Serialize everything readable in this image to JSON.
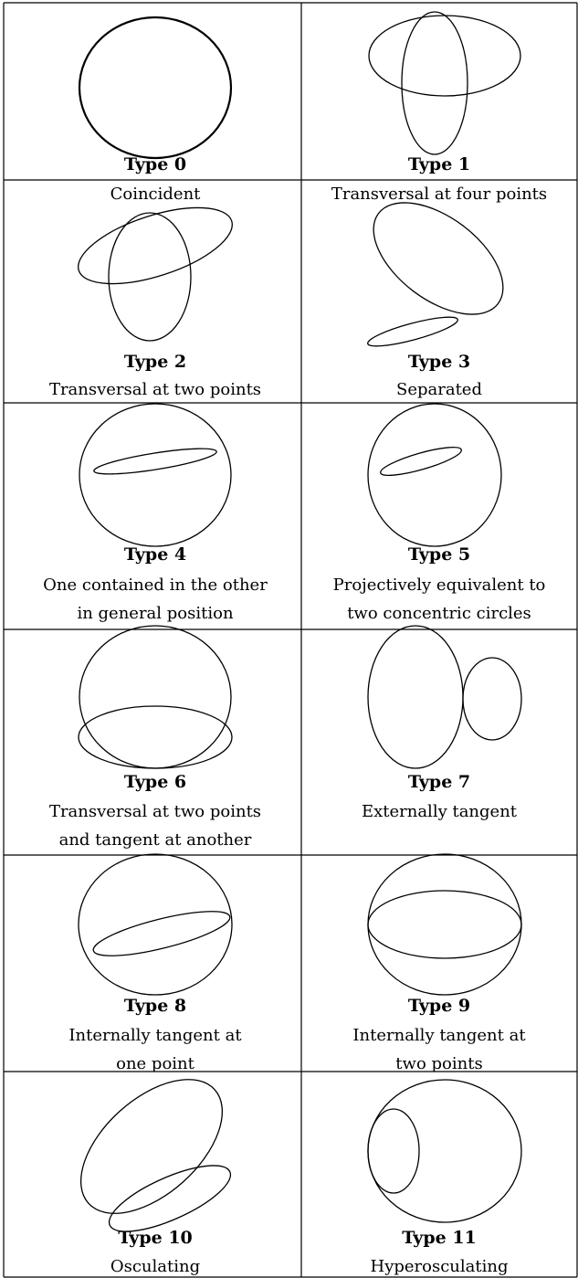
{
  "cells": [
    {
      "type": "Type 0",
      "desc": [
        "Coincident"
      ]
    },
    {
      "type": "Type 1",
      "desc": [
        "Transversal at four points"
      ]
    },
    {
      "type": "Type 2",
      "desc": [
        "Transversal at two points"
      ]
    },
    {
      "type": "Type 3",
      "desc": [
        "Separated"
      ]
    },
    {
      "type": "Type 4",
      "desc": [
        "One contained in the other",
        "in general position"
      ]
    },
    {
      "type": "Type 5",
      "desc": [
        "Projectively equivalent to",
        "two concentric circles"
      ]
    },
    {
      "type": "Type 6",
      "desc": [
        "Transversal at two points",
        "and tangent at another"
      ]
    },
    {
      "type": "Type 7",
      "desc": [
        "Externally tangent"
      ]
    },
    {
      "type": "Type 8",
      "desc": [
        "Internally tangent at",
        "one point"
      ]
    },
    {
      "type": "Type 9",
      "desc": [
        "Internally tangent at",
        "two points"
      ]
    },
    {
      "type": "Type 10",
      "desc": [
        "Osculating"
      ]
    },
    {
      "type": "Type 11",
      "desc": [
        "Hyperosculating"
      ]
    }
  ]
}
